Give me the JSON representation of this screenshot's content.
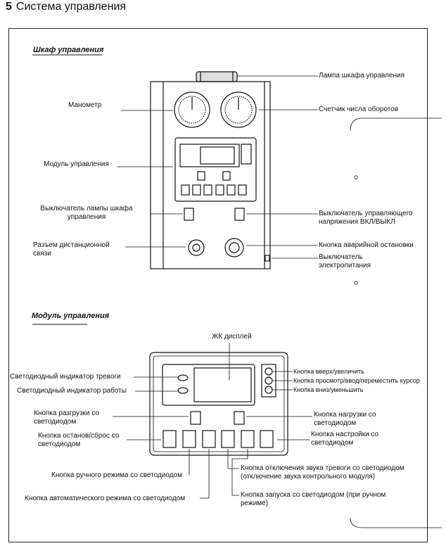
{
  "header": {
    "number": "5",
    "title": "Система управления"
  },
  "sections": {
    "cabinet": "Шкаф управления",
    "module": "Модуль управления"
  },
  "cabinet_labels": {
    "lamp": "Лампа шкафа управления",
    "manometer": "Манометр",
    "tachometer": "Счетчик числа оборотов",
    "control_module": "Модуль управления",
    "lamp_switch": "Выключатель лампы шкафа управления",
    "voltage_switch": "Выключатель управляющего напряжения ВКЛ/ВЫКЛ",
    "remote_connector": "Разъем дистанционной связи",
    "emergency_stop": "Кнопка аварийной остановки",
    "power_switch": "Выключатель электропитания"
  },
  "module_labels": {
    "lcd": "ЖК дисплей",
    "alarm_led": "Светодиодный индикатор тревоги",
    "run_led": "Светодиодный индикатор работы",
    "up": "Кнопка вверх/увеличить",
    "enter": "Кнопка просмотр/ввод/переместить курсор",
    "down": "Кнопка вниз/уменьшить",
    "unload": "Кнопка разгрузки со светодиодом",
    "load": "Кнопка нагрузки со светодиодом",
    "stop_reset": "Кнопка останов/сброс со светодиодом",
    "settings": "Кнопка настройки со светодиодом",
    "manual": "Кнопка ручного режима со светодиодом",
    "auto": "Кнопка автоматического режима со светодиодом",
    "mute": "Кнопка отключения звука тревоги со светодиодом (отключение звука контрольного модуля)",
    "start": "Кнопка запуска со светодиодом (при ручном режиме)"
  }
}
